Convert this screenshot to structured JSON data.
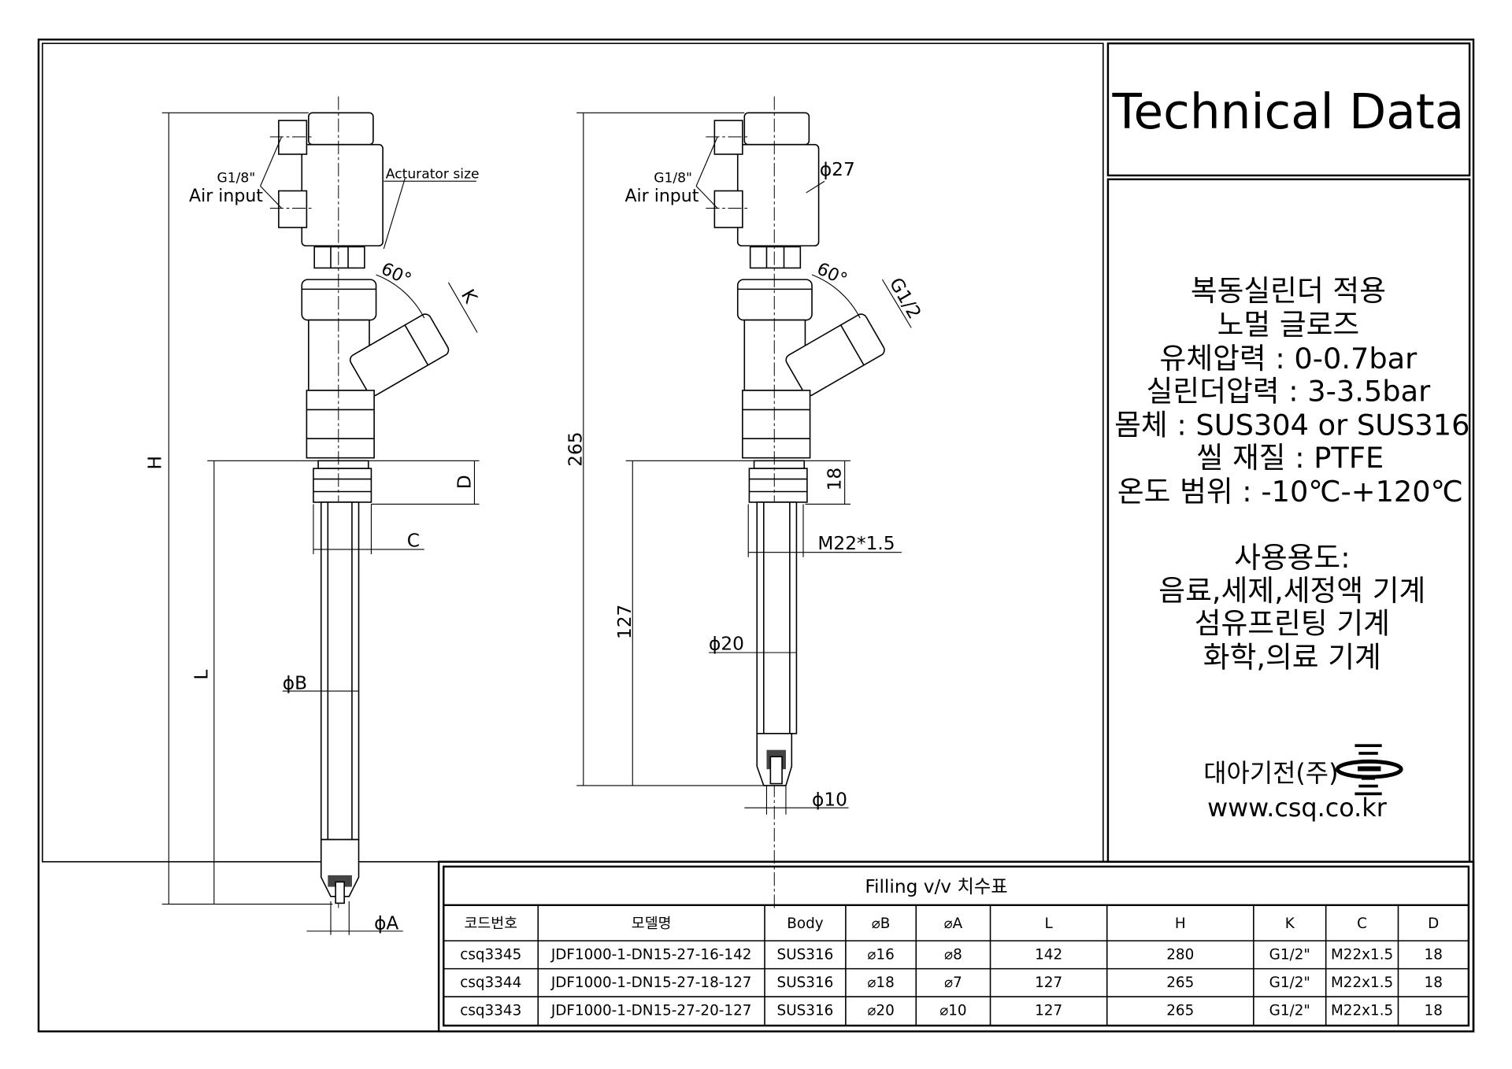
{
  "title": "Technical Data",
  "info_lines": [
    "복동실린더 적용",
    "노멀 글로즈",
    "유체압력 : 0-0.7bar",
    "실린더압력 : 3-3.5bar",
    "몸체 : SUS304 or SUS316",
    "씰 재질 : PTFE",
    "온도 범위 : -10℃-+120℃"
  ],
  "usage_lines": [
    "사용용도:",
    "음료,세제,세정액 기계",
    "섬유프린팅 기계",
    "화학,의료 기계"
  ],
  "company": {
    "name": "대아기전(주)",
    "url": "www.csq.co.kr"
  },
  "drawing_left": {
    "labels": {
      "g18": "G1/8\"",
      "air": "Air input",
      "actuator": "Acturator size",
      "angle": "60°",
      "K": "K",
      "H": "H",
      "L": "L",
      "D": "D",
      "C": "C",
      "B": "ϕB",
      "A": "ϕA"
    }
  },
  "drawing_right": {
    "labels": {
      "g18": "G1/8\"",
      "air": "Air input",
      "d27": "ϕ27",
      "angle": "60°",
      "g12": "G1/2",
      "h": "265",
      "l": "127",
      "d": "18",
      "thread": "M22*1.5",
      "d20": "ϕ20",
      "d10": "ϕ10"
    }
  },
  "table": {
    "title": "Filling v/v 치수표",
    "headers": [
      "코드번호",
      "모델명",
      "Body",
      "⌀B",
      "⌀A",
      "L",
      "H",
      "K",
      "C",
      "D"
    ],
    "rows": [
      [
        "csq3345",
        "JDF1000-1-DN15-27-16-142",
        "SUS316",
        "⌀16",
        "⌀8",
        "142",
        "280",
        "G1/2\"",
        "M22x1.5",
        "18"
      ],
      [
        "csq3344",
        "JDF1000-1-DN15-27-18-127",
        "SUS316",
        "⌀18",
        "⌀7",
        "127",
        "265",
        "G1/2\"",
        "M22x1.5",
        "18"
      ],
      [
        "csq3343",
        "JDF1000-1-DN15-27-20-127",
        "SUS316",
        "⌀20",
        "⌀10",
        "127",
        "265",
        "G1/2\"",
        "M22x1.5",
        "18"
      ]
    ]
  }
}
